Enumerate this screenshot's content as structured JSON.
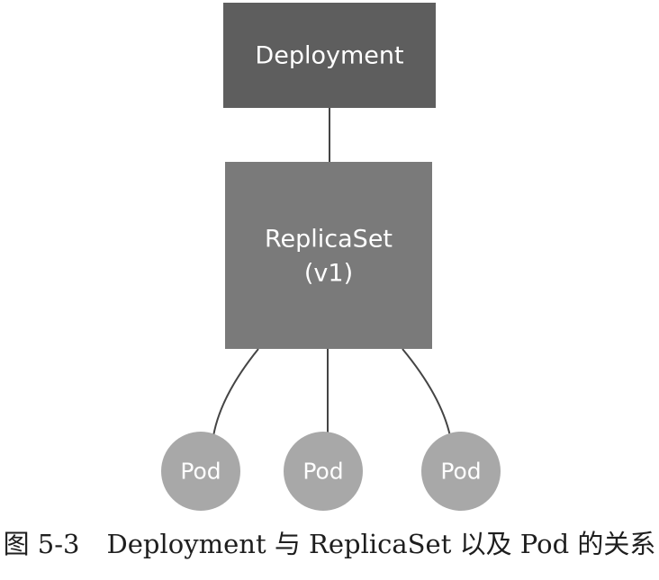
{
  "deployment": {
    "label": "Deployment"
  },
  "replicaset": {
    "label_line1": "ReplicaSet",
    "label_line2": "(v1)"
  },
  "pods": [
    {
      "label": "Pod"
    },
    {
      "label": "Pod"
    },
    {
      "label": "Pod"
    }
  ],
  "caption": {
    "number": "图 5-3",
    "text": "Deployment 与 ReplicaSet 以及 Pod 的关系"
  },
  "colors": {
    "deployment_box": "#5e5e5e",
    "replicaset_box": "#7a7a7a",
    "pod_circle": "#a8a8a8",
    "connector": "#444444",
    "node_text": "#ffffff"
  }
}
